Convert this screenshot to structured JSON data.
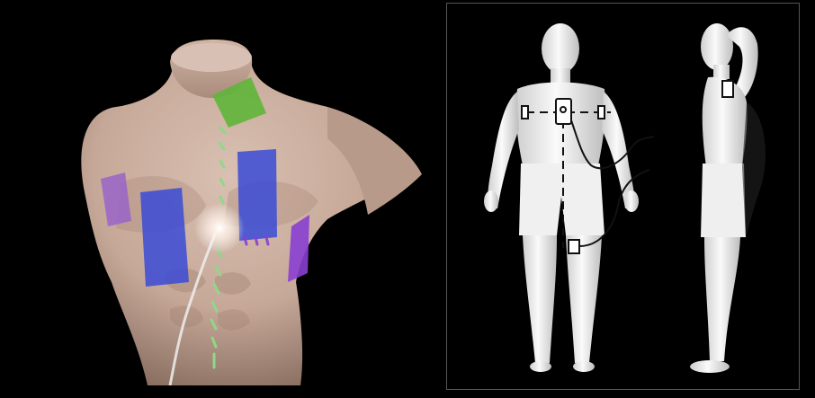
{
  "figure": {
    "background": "#000000",
    "panels": [
      {
        "id": "left",
        "content": "torso-with-electrode-patches",
        "skin_color": "#c8ab9c",
        "patch_colors": {
          "neck_patch": "#5fb53a",
          "chest_left_patch": "#3a4bd6",
          "chest_right_patch": "#3a4bd6",
          "side_patch_right": "#8a3fd0",
          "side_patch_left": "#9a64c8"
        },
        "lead_color": "#8fd88a",
        "glow_color": "#ffffff"
      },
      {
        "id": "right",
        "content": "front-and-side-figures-with-device",
        "figure_color": "#f2f2f2",
        "line_color": "#111111",
        "border_color": "#555555"
      }
    ]
  }
}
